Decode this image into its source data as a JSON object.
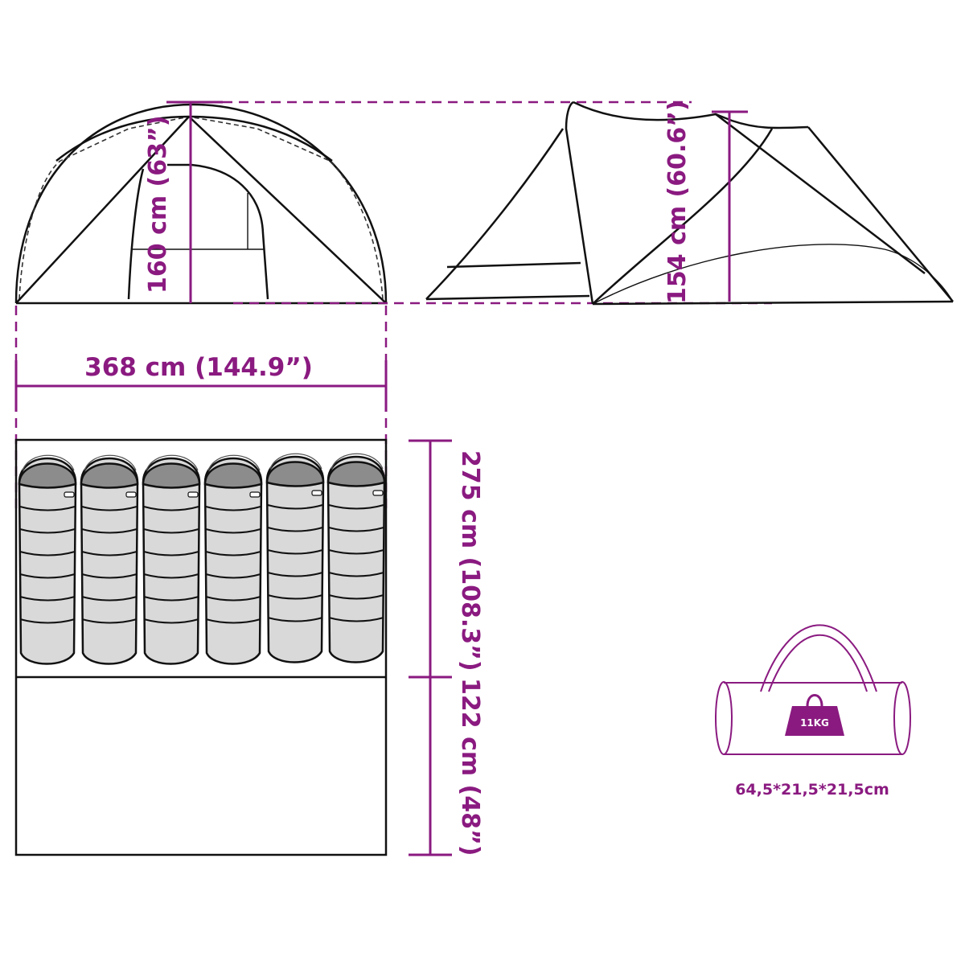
{
  "diagram": {
    "subject": "tent-dimensions",
    "colors": {
      "dimension": "#8a1a80",
      "outline": "#111111",
      "sleeping_bag_body": "#d9d9d9",
      "sleeping_bag_hood": "#8c8c8c",
      "background": "#ffffff"
    },
    "front_view": {
      "height_label": "160 cm (63”)"
    },
    "side_view": {
      "height_label": "154 cm (60.6”)"
    },
    "width": {
      "label": "368 cm (144.9”)"
    },
    "floor_plan": {
      "sleeping_bags": 6,
      "sleeping_area_label": "275 cm (108.3”)",
      "vestibule_label": "122 cm (48”)"
    },
    "carry_bag": {
      "weight_label": "11KG",
      "size_label": "64,5*21,5*21,5cm"
    }
  }
}
